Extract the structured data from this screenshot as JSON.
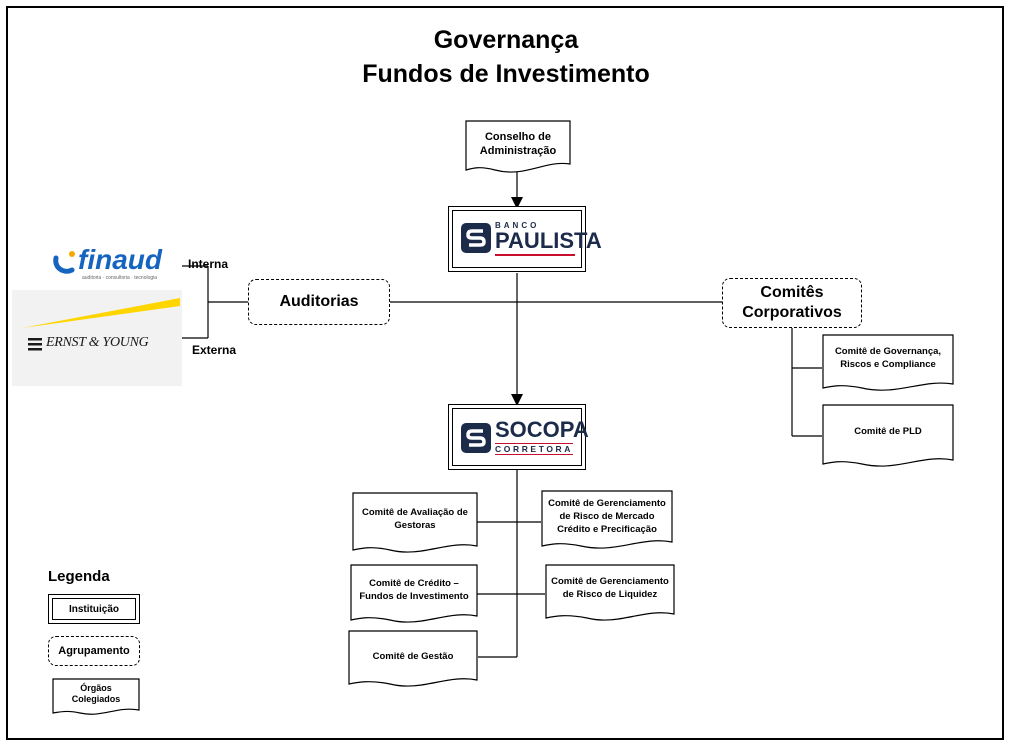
{
  "title": {
    "line1": "Governança",
    "line2": "Fundos de Investimento"
  },
  "conselho": "Conselho de\nAdministração",
  "banco_paulista": {
    "small": "BANCO",
    "big": "PAULISTA",
    "color": "#1c2b4a",
    "accent": "#c8102e"
  },
  "socopa": {
    "big": "SOCOPA",
    "small": "CORRETORA",
    "color": "#1c2b4a",
    "accent": "#c8102e"
  },
  "auditorias": "Auditorias",
  "auditors": {
    "finaud": {
      "name": "finaud",
      "tagline": "auditoria · consultoria · tecnologia",
      "color": "#1565c0",
      "swoosh": "#f6a800"
    },
    "ey": {
      "name": "ERNST & YOUNG",
      "color": "#1a1a1a",
      "beam": "#ffd500"
    },
    "interna": "Interna",
    "externa": "Externa"
  },
  "comites_corporativos": "Comitês\nCorporativos",
  "corporate_committees": [
    "Comitê de Governança,\nRiscos e Compliance",
    "Comitê de PLD"
  ],
  "socopa_committees_left": [
    "Comitê de Avaliação de\nGestoras",
    "Comitê de Crédito –\nFundos de Investimento",
    "Comitê de Gestão"
  ],
  "socopa_committees_right": [
    "Comitê de Gerenciamento\nde Risco de Mercado\nCrédito e Precificação",
    "Comitê de Gerenciamento\nde Risco de Liquidez"
  ],
  "legend": {
    "title": "Legenda",
    "instituicao": "Instituição",
    "agrupamento": "Agrupamento",
    "orgaos": "Órgãos\nColegiados"
  }
}
